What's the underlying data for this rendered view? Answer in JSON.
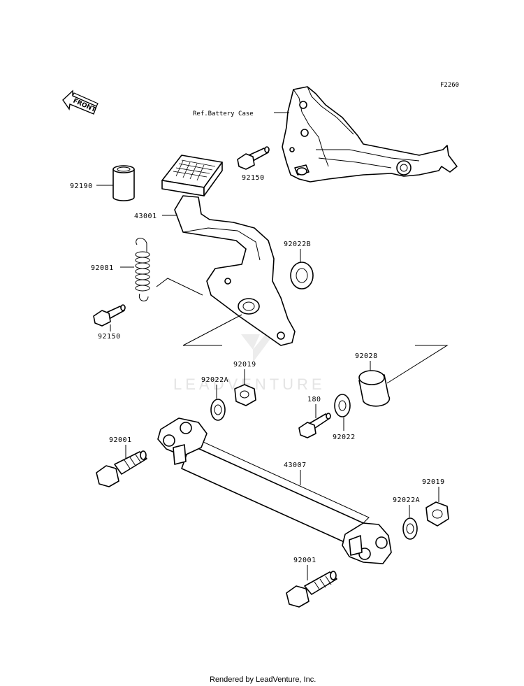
{
  "figure_code": "F2260",
  "reference_label": "Ref.Battery Case",
  "front_indicator": "FRONT",
  "watermark": "LEADVENTURE",
  "footer": "Rendered by LeadVenture, Inc.",
  "callouts": {
    "p92150_top": "92150",
    "p92190": "92190",
    "p43001": "43001",
    "p92022B": "92022B",
    "p92081": "92081",
    "p92150_bottom": "92150",
    "p92028": "92028",
    "p92019_top": "92019",
    "p92022A_top": "92022A",
    "p180": "180",
    "p92022": "92022",
    "p92001_top": "92001",
    "p43007": "43007",
    "p92019_bottom": "92019",
    "p92022A_bottom": "92022A",
    "p92001_bottom": "92001"
  }
}
